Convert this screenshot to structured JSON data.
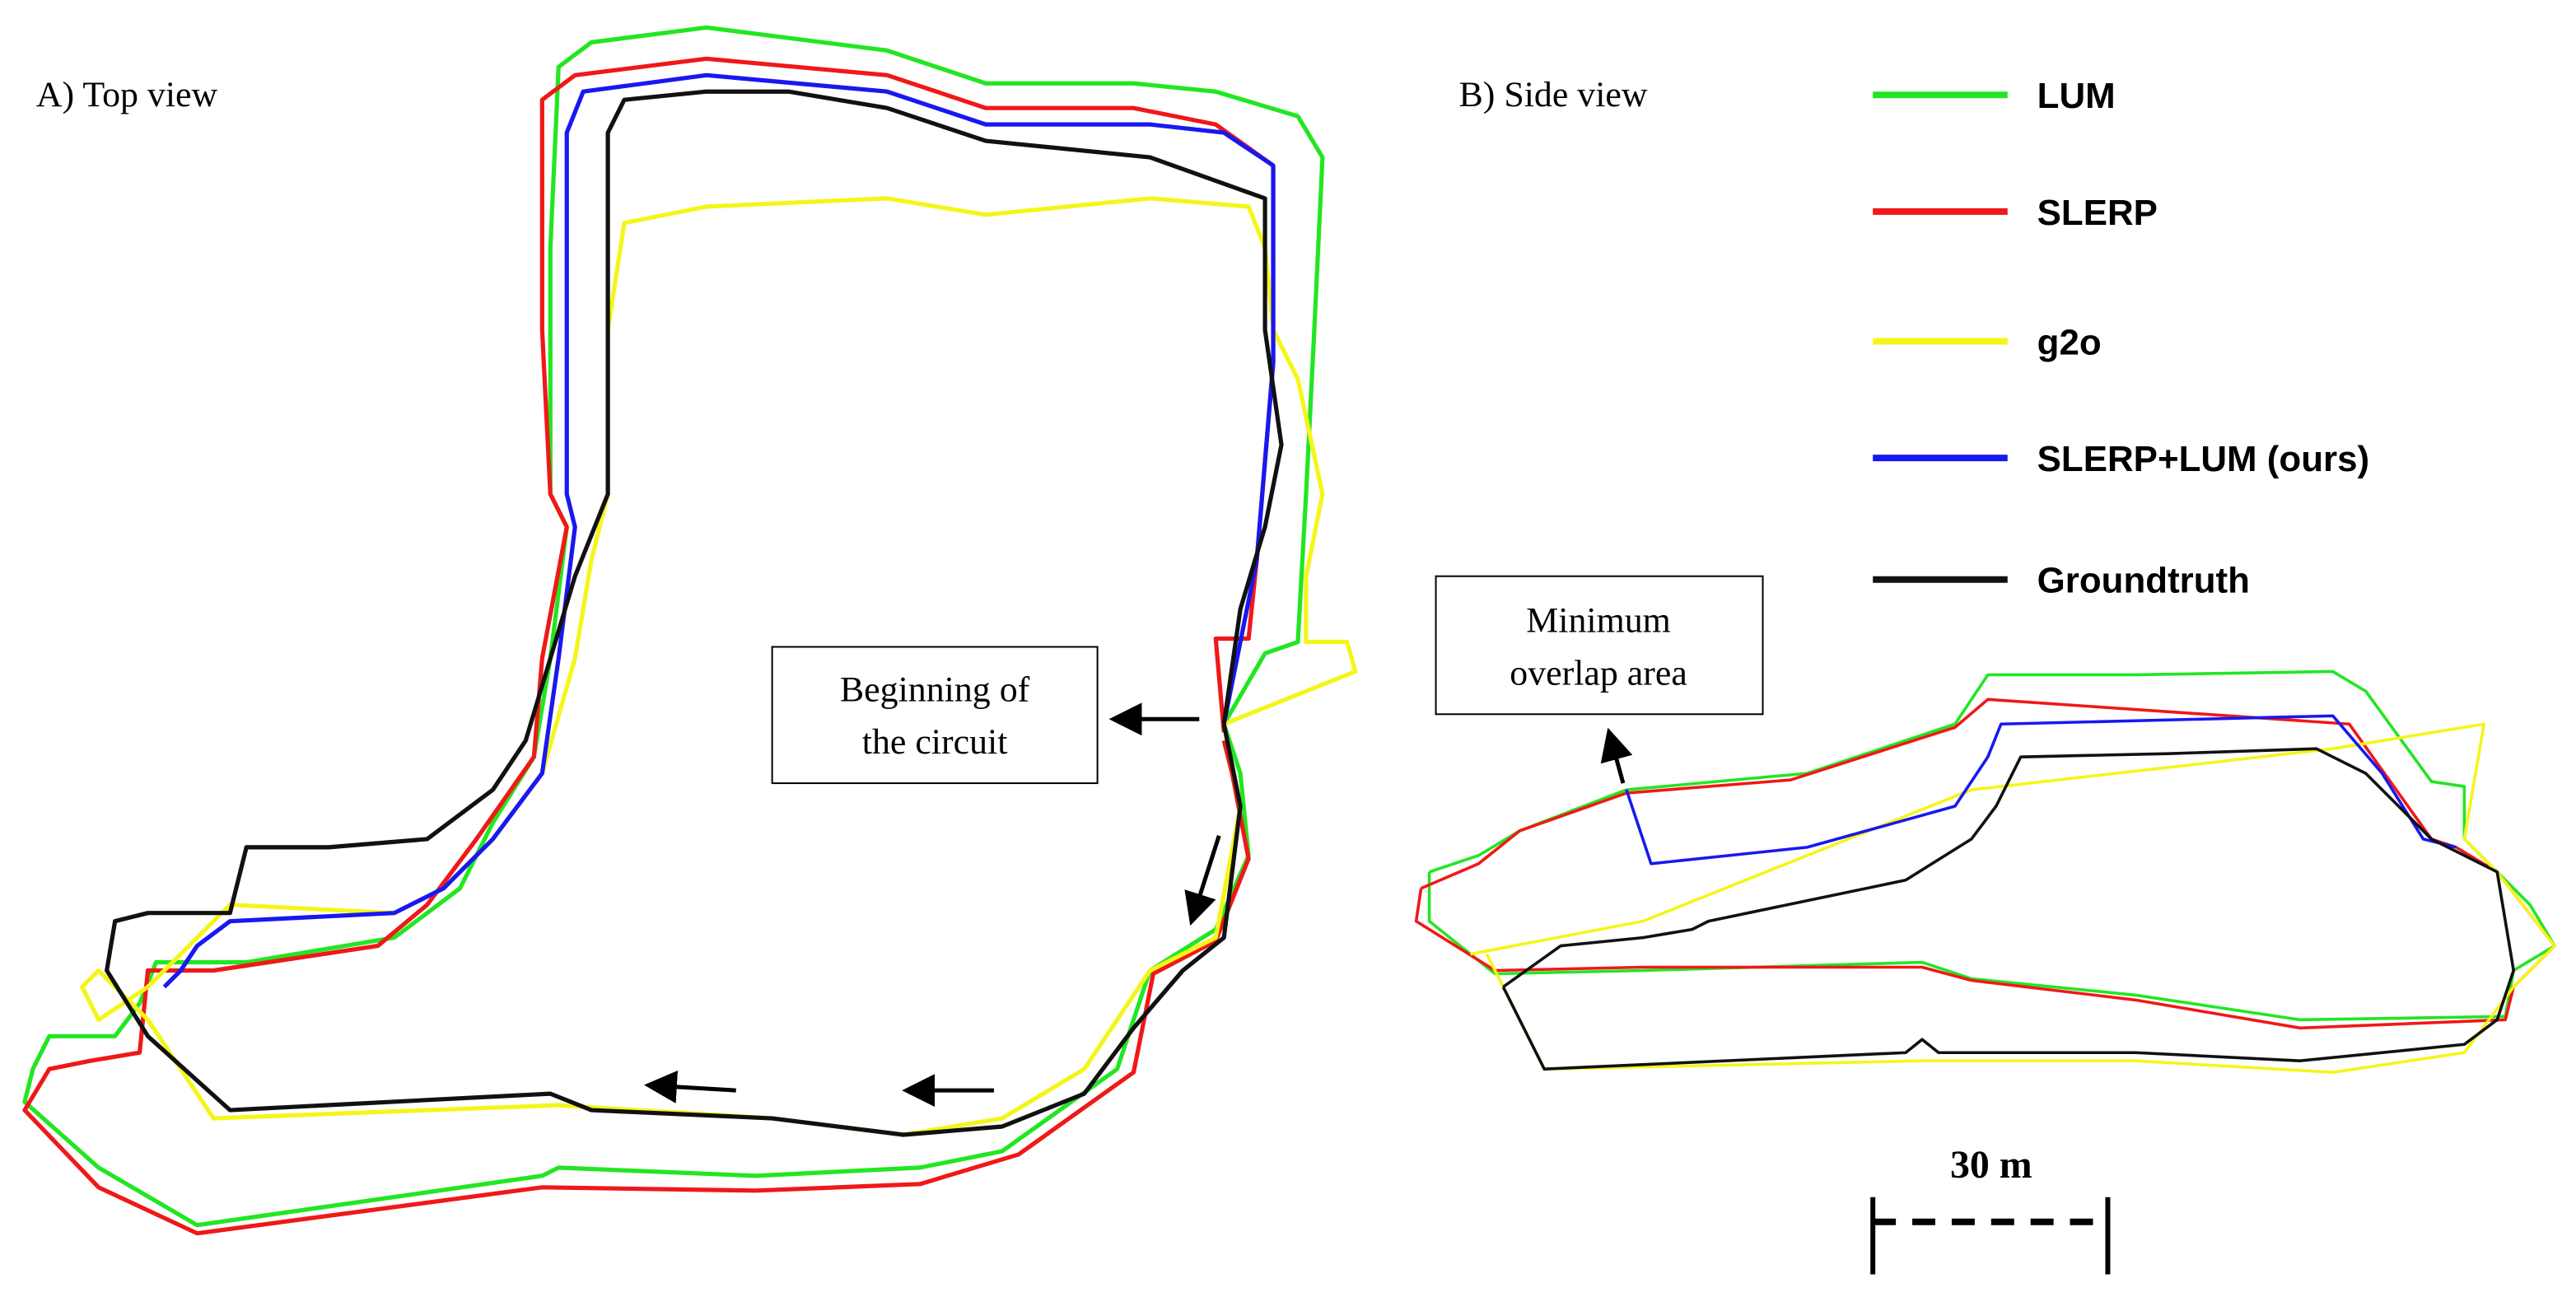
{
  "panels": {
    "top_view_label": "A) Top view",
    "side_view_label": "B) Side view"
  },
  "annotations": {
    "start_line1": "Beginning of",
    "start_line2": "the circuit",
    "overlap_line1": "Minimum",
    "overlap_line2": "overlap area"
  },
  "scale_bar": {
    "label": "30 m"
  },
  "legend": [
    {
      "label": "LUM",
      "color": "#22e622"
    },
    {
      "label": "SLERP",
      "color": "#f01818"
    },
    {
      "label": "g2o",
      "color": "#f5f51a"
    },
    {
      "label": "SLERP+LUM (ours)",
      "color": "#1818f0"
    },
    {
      "label": "Groundtruth",
      "color": "#111111"
    }
  ]
}
